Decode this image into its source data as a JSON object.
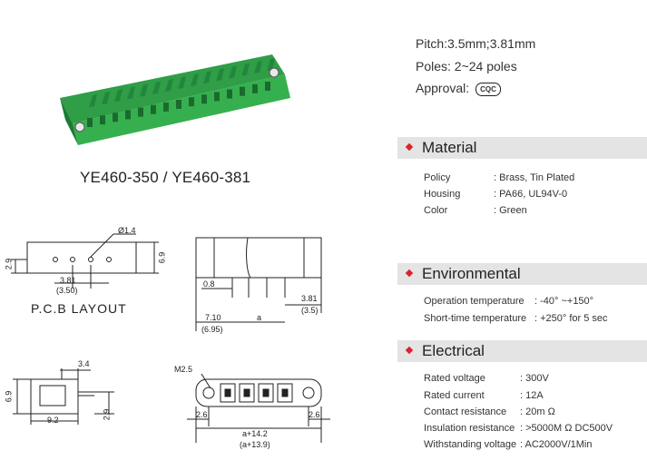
{
  "product": {
    "model": "YE460-350 / YE460-381",
    "pitch": "Pitch:3.5mm;3.81mm",
    "poles": "Poles: 2~24 poles",
    "approval_label": "Approval:",
    "approval_mark": "CQC",
    "body_color": "#2fa84a"
  },
  "sections": {
    "material": {
      "title": "Material",
      "rows": [
        {
          "label": "Policy",
          "value": ": Brass, Tin Plated"
        },
        {
          "label": "Housing",
          "value": ": PA66, UL94V-0"
        },
        {
          "label": "Color",
          "value": ": Green"
        }
      ]
    },
    "environmental": {
      "title": "Environmental",
      "rows": [
        {
          "label": "Operation temperature",
          "value": ": -40° ~+150°"
        },
        {
          "label": "Short-time temperature",
          "value": ": +250° for 5 sec"
        }
      ]
    },
    "electrical": {
      "title": "Electrical",
      "rows": [
        {
          "label": "Rated voltage",
          "value": ": 300V"
        },
        {
          "label": "Rated current",
          "value": ": 12A"
        },
        {
          "label": "Contact resistance",
          "value": ": 20m Ω"
        },
        {
          "label": "Insulation resistance",
          "value": ": >5000M Ω DC500V"
        },
        {
          "label": "Withstanding voltage",
          "value": ": AC2000V/1Min"
        }
      ]
    },
    "accent_color": "#d9232d",
    "bar_color": "#e4e4e4"
  },
  "drawings": {
    "pcb_layout_label": "P.C.B LAYOUT",
    "dims": {
      "hole": "Ø1.4",
      "h29": "2.9",
      "h69": "6.9",
      "p381": "3.81",
      "p350": "(3.50)",
      "d08": "0.8",
      "r381": "3.81",
      "r35": "(3.5)",
      "d710": "7.10",
      "d695": "(6.95)",
      "a": "a",
      "s34": "3.4",
      "s69": "6.9",
      "s92": "9.2",
      "s29": "2.9",
      "m25": "M2.5",
      "f26l": "2.6",
      "f26r": "2.6",
      "fa142": "a+14.2",
      "fa139": "(a+13.9)"
    }
  }
}
